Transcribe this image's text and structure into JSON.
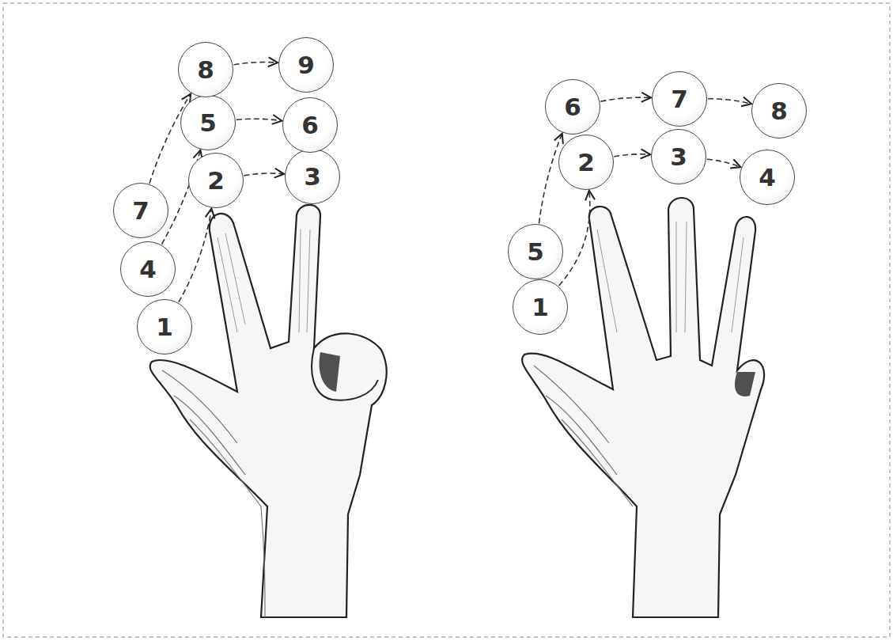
{
  "diagram": {
    "nodes": [
      {
        "text": [
          "1"
        ]
      },
      {
        "text": [
          "2"
        ]
      },
      {
        "text": [
          "3"
        ]
      },
      {
        "text": [
          "4"
        ]
      },
      {
        "text": [
          "5"
        ]
      },
      {
        "text": [
          "6"
        ]
      },
      {
        "text": [
          "7"
        ]
      },
      {
        "text": [
          "8"
        ]
      },
      {
        "text": [
          "9"
        ]
      },
      {
        "text": [
          "1"
        ]
      },
      {
        "text": [
          "2"
        ]
      },
      {
        "text": [
          "3"
        ]
      },
      {
        "text": [
          "4"
        ]
      },
      {
        "text": [
          "5"
        ]
      },
      {
        "text": [
          "6"
        ]
      },
      {
        "text": [
          "7"
        ]
      },
      {
        "text": [
          "8"
        ]
      }
    ],
    "edges": [
      {
        "from": 0,
        "to": 1,
        "arrow": "to"
      },
      {
        "from": 1,
        "to": 2,
        "arrow": "to"
      },
      {
        "from": 3,
        "to": 4,
        "arrow": "to"
      },
      {
        "from": 4,
        "to": 5,
        "arrow": "to"
      },
      {
        "from": 6,
        "to": 7,
        "arrow": "to"
      },
      {
        "from": 7,
        "to": 8,
        "arrow": "to"
      },
      {
        "from": 9,
        "to": 10,
        "arrow": "to"
      },
      {
        "from": 10,
        "to": 11,
        "arrow": "to"
      },
      {
        "from": 11,
        "to": 12,
        "arrow": "to"
      },
      {
        "from": 13,
        "to": 14,
        "arrow": "to"
      },
      {
        "from": 14,
        "to": 15,
        "arrow": "to"
      },
      {
        "from": 15,
        "to": 16,
        "arrow": "to"
      }
    ]
  }
}
